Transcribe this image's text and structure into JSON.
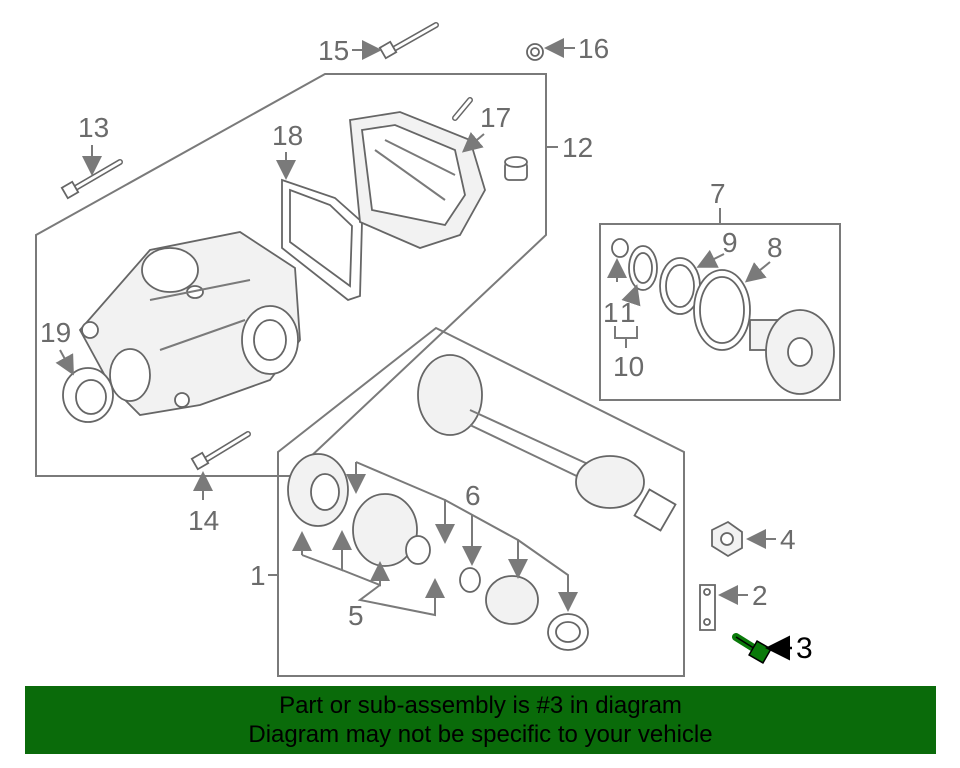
{
  "callouts": {
    "c1": "1",
    "c2": "2",
    "c3": "3",
    "c4": "4",
    "c5": "5",
    "c6": "6",
    "c7": "7",
    "c8": "8",
    "c9": "9",
    "c10": "10",
    "c11a": "1",
    "c11b": "1",
    "c12": "12",
    "c13": "13",
    "c14": "14",
    "c15": "15",
    "c16": "16",
    "c17": "17",
    "c18": "18",
    "c19": "19"
  },
  "highlighted_part": "3",
  "highlight_color": "#0a7a0a",
  "banner": {
    "line1": "Part or sub-assembly is #3 in diagram",
    "line2": "Diagram may not be specific to your vehicle",
    "background": "#0a6b0a"
  }
}
